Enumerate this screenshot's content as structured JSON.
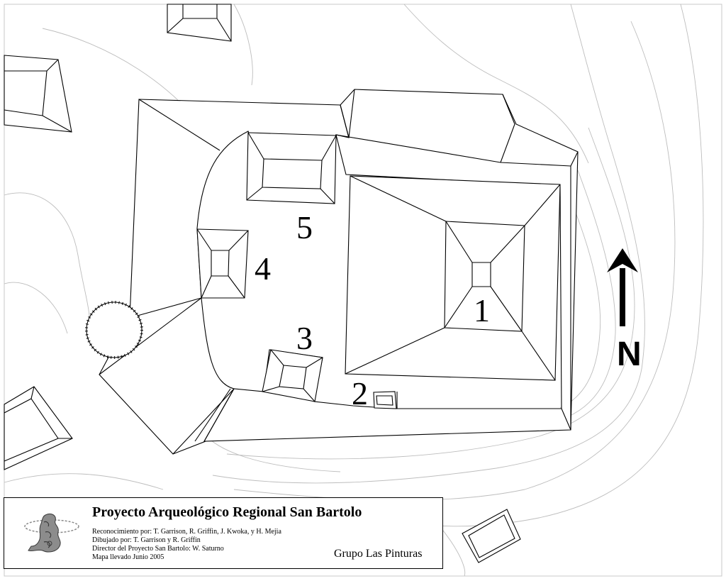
{
  "map": {
    "structure_labels": [
      "1",
      "2",
      "3",
      "4",
      "5"
    ],
    "north_label": "N",
    "icons": [
      "north-arrow-icon",
      "project-logo-icon"
    ]
  },
  "title_block": {
    "title": "Proyecto Arqueológico Regional San Bartolo",
    "credits": [
      "Reconocimiento por: T. Garrison, R. Griffin, J. Kwoka, y  H. Mejia",
      "Dibujado por: T. Garrison y  R. Griffin",
      "Director del Proyecto San Bartolo: W. Saturno",
      "Mapa llevado Junio 2005"
    ],
    "group_name": "Grupo Las Pinturas"
  },
  "colors": {
    "lines": "#000000",
    "contours": "#bdbdbd",
    "background": "#ffffff"
  }
}
